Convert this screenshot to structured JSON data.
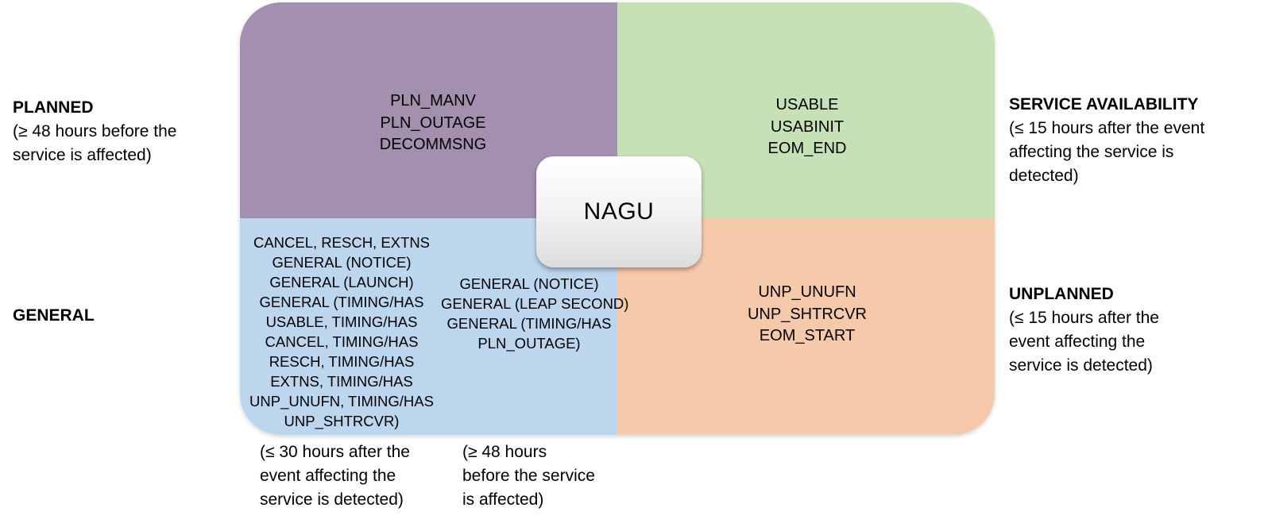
{
  "colors": {
    "planned": "#a38fae",
    "service": "#c5e1b5",
    "general": "#bcd6ee",
    "unplanned": "#f7c9ab"
  },
  "center_label": "NAGU",
  "left_labels": {
    "planned_head": "PLANNED",
    "planned_sub": [
      "(≥ 48 hours before the",
      "service is affected)"
    ],
    "general_head": "GENERAL"
  },
  "right_labels": {
    "service_head": "SERVICE AVAILABILITY",
    "service_sub": [
      "(≤ 15 hours after the event",
      "affecting the service is",
      "detected)"
    ],
    "unplanned_head": "UNPLANNED",
    "unplanned_sub": [
      "(≤ 15 hours after the",
      "event affecting the",
      "service is detected)"
    ]
  },
  "quadrants": {
    "planned": [
      "PLN_MANV",
      "PLN_OUTAGE",
      "DECOMMSNG"
    ],
    "service": [
      "USABLE",
      "USABINIT",
      "EOM_END"
    ],
    "unplanned": [
      "UNP_UNUFN",
      "UNP_SHTRCVR",
      "EOM_START"
    ],
    "general_left": [
      "CANCEL, RESCH, EXTNS",
      "GENERAL (NOTICE)",
      "GENERAL (LAUNCH)",
      "GENERAL (TIMING/HAS",
      "USABLE, TIMING/HAS",
      "CANCEL, TIMING/HAS",
      "RESCH, TIMING/HAS",
      "EXTNS, TIMING/HAS",
      "UNP_UNUFN, TIMING/HAS",
      "UNP_SHTRCVR)"
    ],
    "general_right": [
      "GENERAL (NOTICE)",
      "GENERAL (LEAP SECOND)",
      "GENERAL (TIMING/HAS",
      "PLN_OUTAGE)"
    ]
  },
  "bottom_notes": {
    "left": [
      "(≤ 30 hours after the",
      "event affecting the",
      "service is detected)"
    ],
    "right": [
      "(≥ 48 hours",
      "before the service",
      "is affected)"
    ]
  }
}
